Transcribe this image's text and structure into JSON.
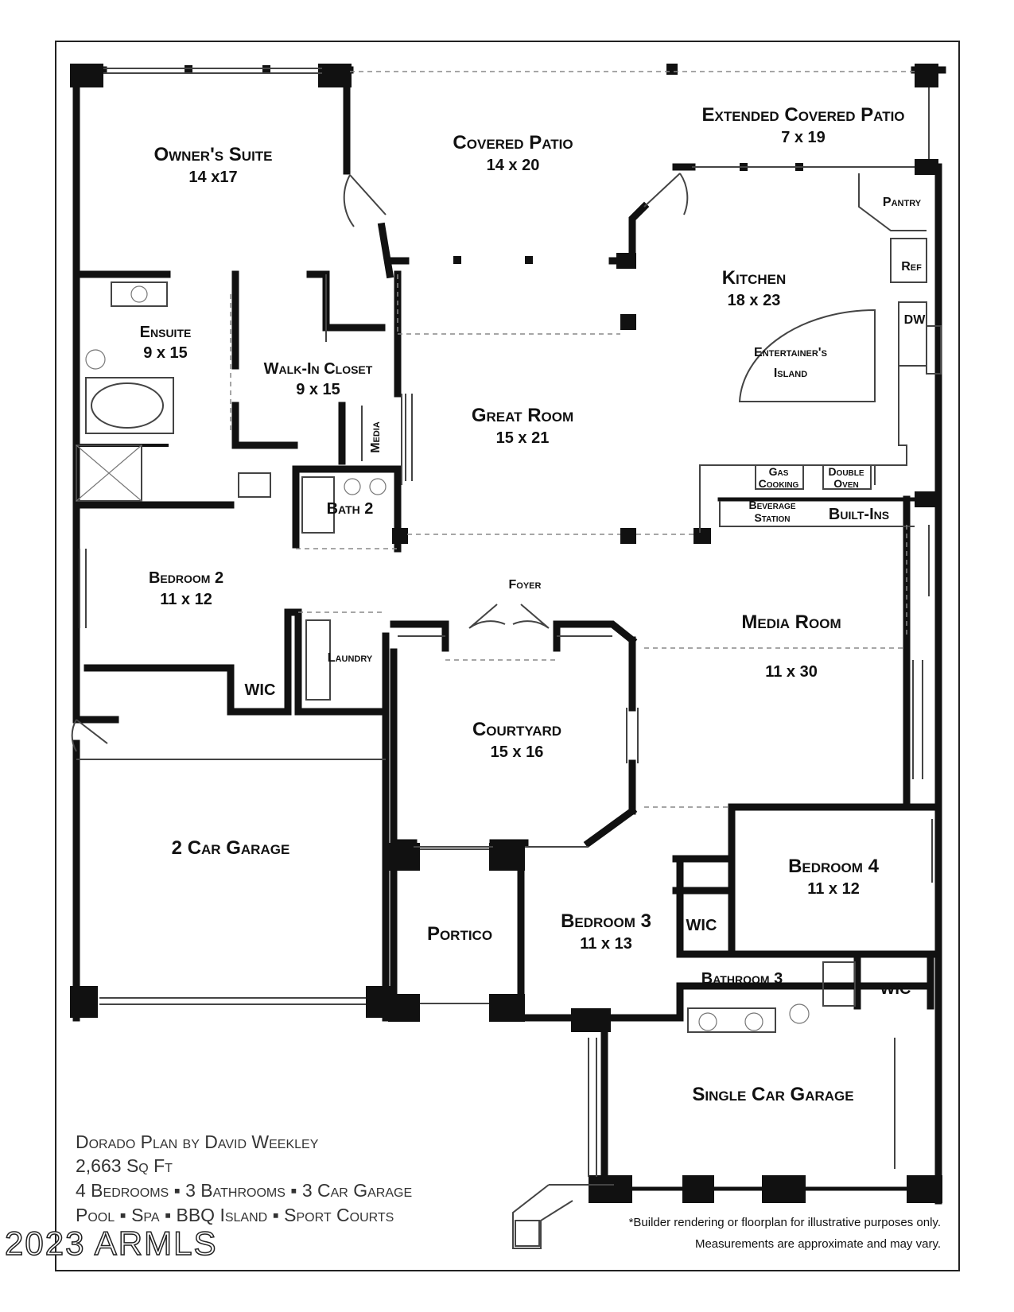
{
  "rooms": {
    "owners_suite": {
      "name": "Owner's Suite",
      "dims": "14 x17"
    },
    "covered_patio": {
      "name": "Covered Patio",
      "dims": "14 x 20"
    },
    "extended_covered_patio": {
      "name": "Extended Covered Patio",
      "dims": "7 x 19"
    },
    "pantry": {
      "name": "Pantry"
    },
    "ref": {
      "name": "Ref"
    },
    "dw": {
      "name": "DW"
    },
    "kitchen": {
      "name": "Kitchen",
      "dims": "18 x 23"
    },
    "entertainers_island": {
      "line1": "Entertainer's",
      "line2": "Island"
    },
    "ensuite": {
      "name": "Ensuite",
      "dims": "9 x 15"
    },
    "walk_in_closet": {
      "name": "Walk-In Closet",
      "dims": "9 x 15"
    },
    "media_nook": {
      "name": "Media"
    },
    "great_room": {
      "name": "Great Room",
      "dims": "15 x 21"
    },
    "gas_cooking": {
      "line1": "Gas",
      "line2": "Cooking"
    },
    "double_oven": {
      "line1": "Double",
      "line2": "Oven"
    },
    "beverage_station": {
      "line1": "Beverage",
      "line2": "Station"
    },
    "built_ins": {
      "name": "Built-Ins"
    },
    "bath_2": {
      "name": "Bath 2"
    },
    "bedroom_2": {
      "name": "Bedroom 2",
      "dims": "11 x 12"
    },
    "foyer": {
      "name": "Foyer"
    },
    "media_room": {
      "name": "Media Room",
      "dims": "11 x 30"
    },
    "laundry": {
      "name": "Laundry"
    },
    "wic_bed2": {
      "name": "WIC"
    },
    "courtyard": {
      "name": "Courtyard",
      "dims": "15 x 16"
    },
    "two_car_garage": {
      "name": "2 Car Garage"
    },
    "bedroom_4": {
      "name": "Bedroom 4",
      "dims": "11 x 12"
    },
    "wic_bed3": {
      "name": "WIC"
    },
    "portico": {
      "name": "Portico"
    },
    "bedroom_3": {
      "name": "Bedroom 3",
      "dims": "11 x 13"
    },
    "bathroom_3": {
      "name": "Bathroom 3"
    },
    "wic_bed4": {
      "name": "WIC"
    },
    "single_car_garage": {
      "name": "Single Car Garage"
    }
  },
  "plan_info": {
    "line1": "Dorado Plan by David Weekley",
    "line2": "2,663 Sq Ft",
    "line3": "4 Bedrooms ▪ 3 Bathrooms ▪ 3 Car Garage",
    "line4": "Pool ▪ Spa ▪ BBQ Island ▪ Sport Courts"
  },
  "disclaimer": {
    "line1": "*Builder rendering or floorplan for illustrative purposes only.",
    "line2": "Measurements are approximate and may vary."
  },
  "watermark": "2023 ARMLS"
}
